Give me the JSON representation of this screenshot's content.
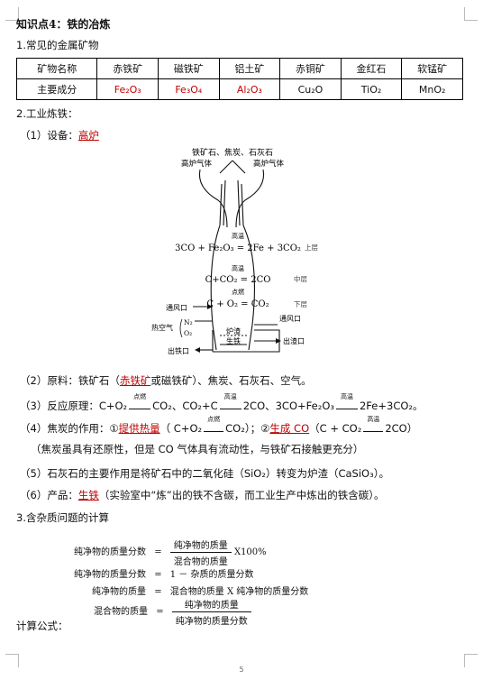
{
  "title": "知识点4：铁的冶炼",
  "s1": "1.常见的金属矿物",
  "table": {
    "header": [
      "矿物名称",
      "赤铁矿",
      "磁铁矿",
      "铝土矿",
      "赤铜矿",
      "金红石",
      "软锰矿"
    ],
    "row_label": "主要成分",
    "cells": [
      "Fe₂O₃",
      "Fe₃O₄",
      "Al₂O₃",
      "Cu₂O",
      "TiO₂",
      "MnO₂"
    ]
  },
  "s2": "2.工业炼铁：",
  "equip": {
    "prefix": "（1）设备：",
    "answer": "高炉"
  },
  "diagram": {
    "top_label": "铁矿石、焦炭、石灰石",
    "gas_left": "高炉气体",
    "gas_right": "高炉气体",
    "cond_high": "高温",
    "eq1": "3CO + Fe₂O₃ = 2Fe + 3CO₂",
    "layer1": "上层",
    "eq2": "C+CO₂ = 2CO",
    "layer2": "中层",
    "cond_burn": "点燃",
    "eq3": "C + O₂ = CO₂",
    "layer3": "下层",
    "inlet_left": "通风口",
    "hot_air": "热空气",
    "n2": "N₂",
    "o2": "O₂",
    "inlet_right": "通风口",
    "slag": "炉渣",
    "pig_iron": "生铁",
    "slag_out": "出渣口",
    "iron_out": "出铁口"
  },
  "raw": {
    "prefix": "（2）原料：铁矿石（",
    "hl": "赤铁矿",
    "mid": "或磁铁矿）、焦炭、石灰石、空气。"
  },
  "reaction": {
    "prefix": "（3）反应原理：C+O₂",
    "c1": "点燃",
    "p1": "CO₂、CO₂+C",
    "c2": "高温",
    "p2": "2CO、3CO+Fe₂O₃",
    "c3": "高温",
    "p3": "2Fe+3CO₂。"
  },
  "coke": {
    "prefix": "（4）焦炭的作用：①",
    "a1": "提供热量",
    "m1": "（ C+O₂",
    "c1": "点燃",
    "m2": "CO₂）；②",
    "a2": "生成 CO",
    "m3": "（C + CO₂",
    "c2": "高温",
    "m4": "2CO）",
    "note": "（焦炭虽具有还原性，但是 CO 气体具有流动性，与铁矿石接触更充分）"
  },
  "lime": "（5）石灰石的主要作用是将矿石中的二氧化硅（SiO₂）转变为炉渣（CaSiO₃）。",
  "product": {
    "prefix": "（6）产品：",
    "answer": "生铁",
    "suffix": "（实验室中“炼”出的铁不含碳，而工业生产中炼出的铁含碳）。"
  },
  "s3": "3.含杂质问题的计算",
  "formulas": {
    "f1_lhs": "纯净物的质量分数",
    "f1_num": "纯净物的质量",
    "f1_den": "混合物的质量",
    "f1_tail": "X100%",
    "f2_lhs": "纯净物的质量分数",
    "f2_rhs": "1 － 杂质的质量分数",
    "f3_lhs": "纯净物的质量",
    "f3_rhs": "混合物的质量 X 纯净物的质量分数",
    "f4_lhs": "混合物的质量",
    "f4_num": "纯净物的质量",
    "f4_den": "纯净物的质量分数",
    "eq": "="
  },
  "calc": "计算公式：",
  "page": "5"
}
